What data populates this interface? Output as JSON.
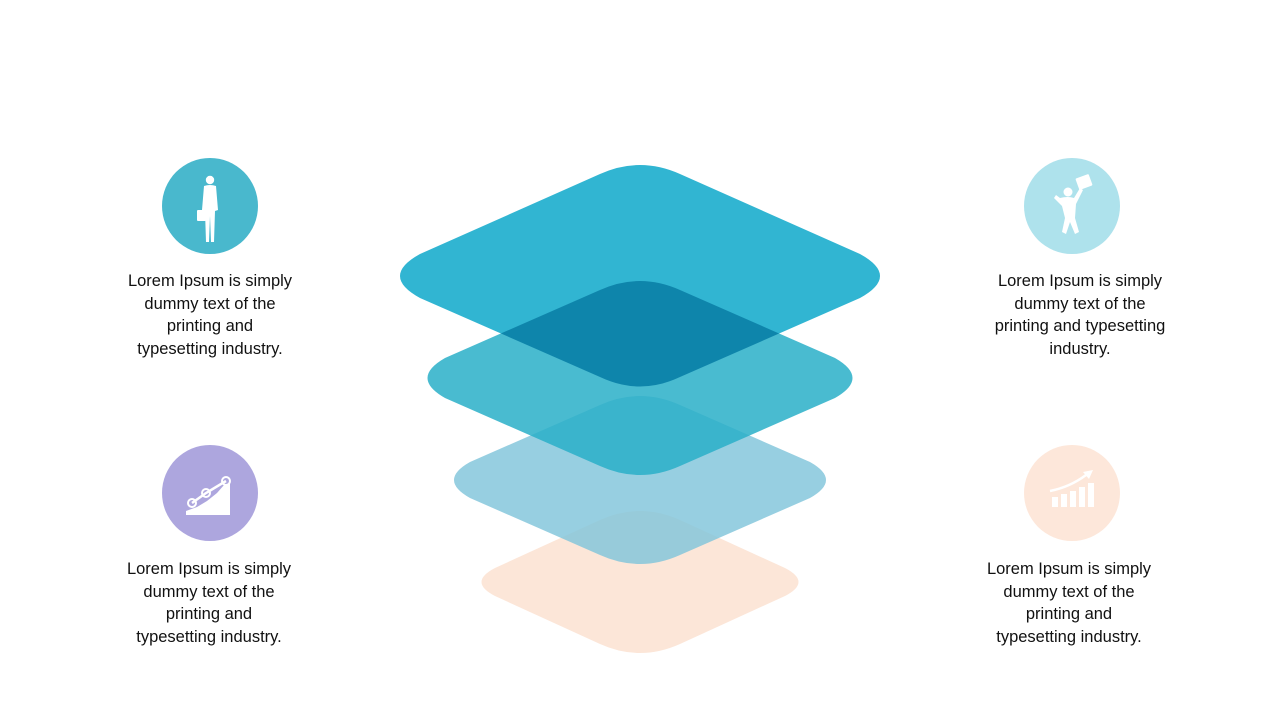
{
  "colors": {
    "layer_1": "#20AFCE",
    "layer_2": "#29AFC8",
    "layer_3": "#80C5DA",
    "layer_4": "#FCE5D6",
    "icon_top_left": "#49B8CD",
    "icon_bottom_left": "#ADA6DE",
    "icon_top_right": "#AEE2EC",
    "icon_bottom_right": "#FDE7DA"
  },
  "items": {
    "top_left": {
      "icon": "businessman-icon",
      "text_lines": [
        "Lorem Ipsum is simply",
        "dummy text of the",
        "printing and",
        "typesetting industry."
      ]
    },
    "bottom_left": {
      "icon": "growth-steps-icon",
      "text_lines": [
        "Lorem Ipsum is simply",
        "dummy text of the",
        "printing and",
        "typesetting industry."
      ]
    },
    "top_right": {
      "icon": "celebrating-person-icon",
      "text_lines": [
        "Lorem Ipsum is simply",
        "dummy text of the",
        "printing and typesetting",
        "industry."
      ]
    },
    "bottom_right": {
      "icon": "bar-chart-growth-icon",
      "text_lines": [
        "Lorem Ipsum is simply",
        "dummy text of the",
        "printing and",
        "typesetting industry."
      ]
    }
  }
}
